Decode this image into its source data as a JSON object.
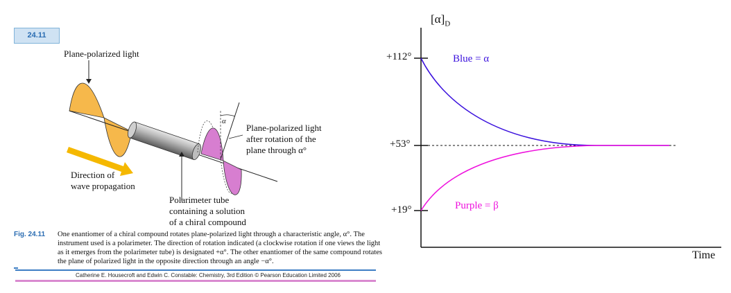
{
  "figure": {
    "number": "24.11",
    "labels": {
      "plane_polarized": "Plane-polarized light",
      "alpha": "α",
      "after_rotation": "Plane-polarized light\nafter rotation of the\nplane through α°",
      "direction": "Direction of\nwave propagation",
      "tube": "Polarimeter tube\ncontaining a solution\nof a chiral compound"
    },
    "caption_label": "Fig. 24.11",
    "caption_lines": [
      "One enantiomer of a chiral compound rotates plane-polarized light through a characteristic angle, α°. The",
      "instrument used is a polarimeter. The direction of rotation indicated (a clockwise rotation if one views the light",
      "as it emerges from the polarimeter tube) is designated +α°. The other enantiomer of the same compound rotates",
      "the plane of polarized light in the opposite direction through an angle −α°."
    ],
    "credit": "Catherine E. Housecroft and Edwin C. Constable: Chemistry, 3rd Edition © Pearson Education Limited 2006",
    "colors": {
      "light_wave": "#f6b84b",
      "rotated_wave": "#d77ed0",
      "arrow": "#f5b800",
      "tube": "#9a9a9a",
      "accent": "#2a6cb2"
    }
  },
  "graph": {
    "y_label": "[α]D",
    "x_label": "Time",
    "ticks": [
      "+112°",
      "+53°",
      "+19°"
    ],
    "blue_label": "Blue = α",
    "purple_label": "Purple = β",
    "colors": {
      "blue": "#3a10dd",
      "purple": "#ee10dd"
    }
  },
  "chart_data": {
    "type": "line",
    "ylabel": "[α]D",
    "xlabel": "Time",
    "y_ticks": [
      112,
      53,
      19
    ],
    "equilibrium": 53,
    "series": [
      {
        "name": "Blue = α",
        "start": 112,
        "end": 53
      },
      {
        "name": "Purple = β",
        "start": 19,
        "end": 53
      }
    ]
  }
}
